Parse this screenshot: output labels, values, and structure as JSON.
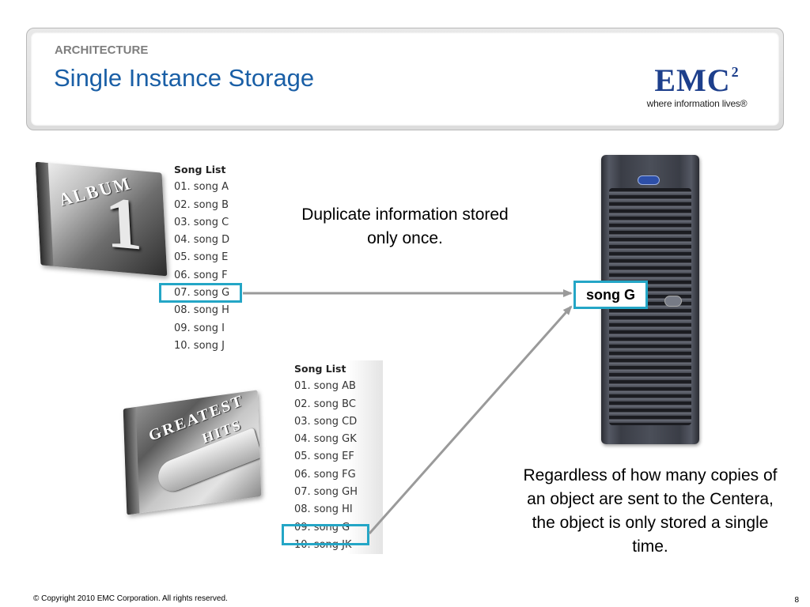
{
  "header": {
    "section": "ARCHITECTURE",
    "title": "Single Instance Storage",
    "logo": {
      "mark": "EMC",
      "superscript": "2",
      "tagline": "where information lives®"
    }
  },
  "album1": {
    "art_word": "ALBUM",
    "art_number": "1",
    "heading": "Song List",
    "songs": [
      "01. song A",
      "02. song B",
      "03. song C",
      "04. song D",
      "05. song E",
      "06. song F",
      "07. song G",
      "08. song H",
      "09. song I",
      "10. song J"
    ],
    "highlighted_index": 6
  },
  "album2": {
    "art_word": "GREATEST",
    "art_word2": "HITS",
    "heading": "Song List",
    "songs": [
      "01. song AB",
      "02. song BC",
      "03. song CD",
      "04. song GK",
      "05. song EF",
      "06. song FG",
      "07. song GH",
      "08. song HI",
      "09. song G",
      "10. song JK"
    ],
    "highlighted_index": 8
  },
  "storage": {
    "stored_label": "song G",
    "badge_icon": "emc-badge-icon"
  },
  "notes": {
    "duplicate": "Duplicate information stored only once.",
    "regardless": "Regardless of how many copies of an object are sent to the Centera, the object is only stored a single time."
  },
  "colors": {
    "title": "#1a5fa6",
    "highlight": "#24a6c6",
    "arrow": "#9a9a9a",
    "logo": "#1d3f8c"
  },
  "footer": {
    "copyright": "© Copyright 2010 EMC Corporation. All rights reserved.",
    "page_number": "8"
  }
}
